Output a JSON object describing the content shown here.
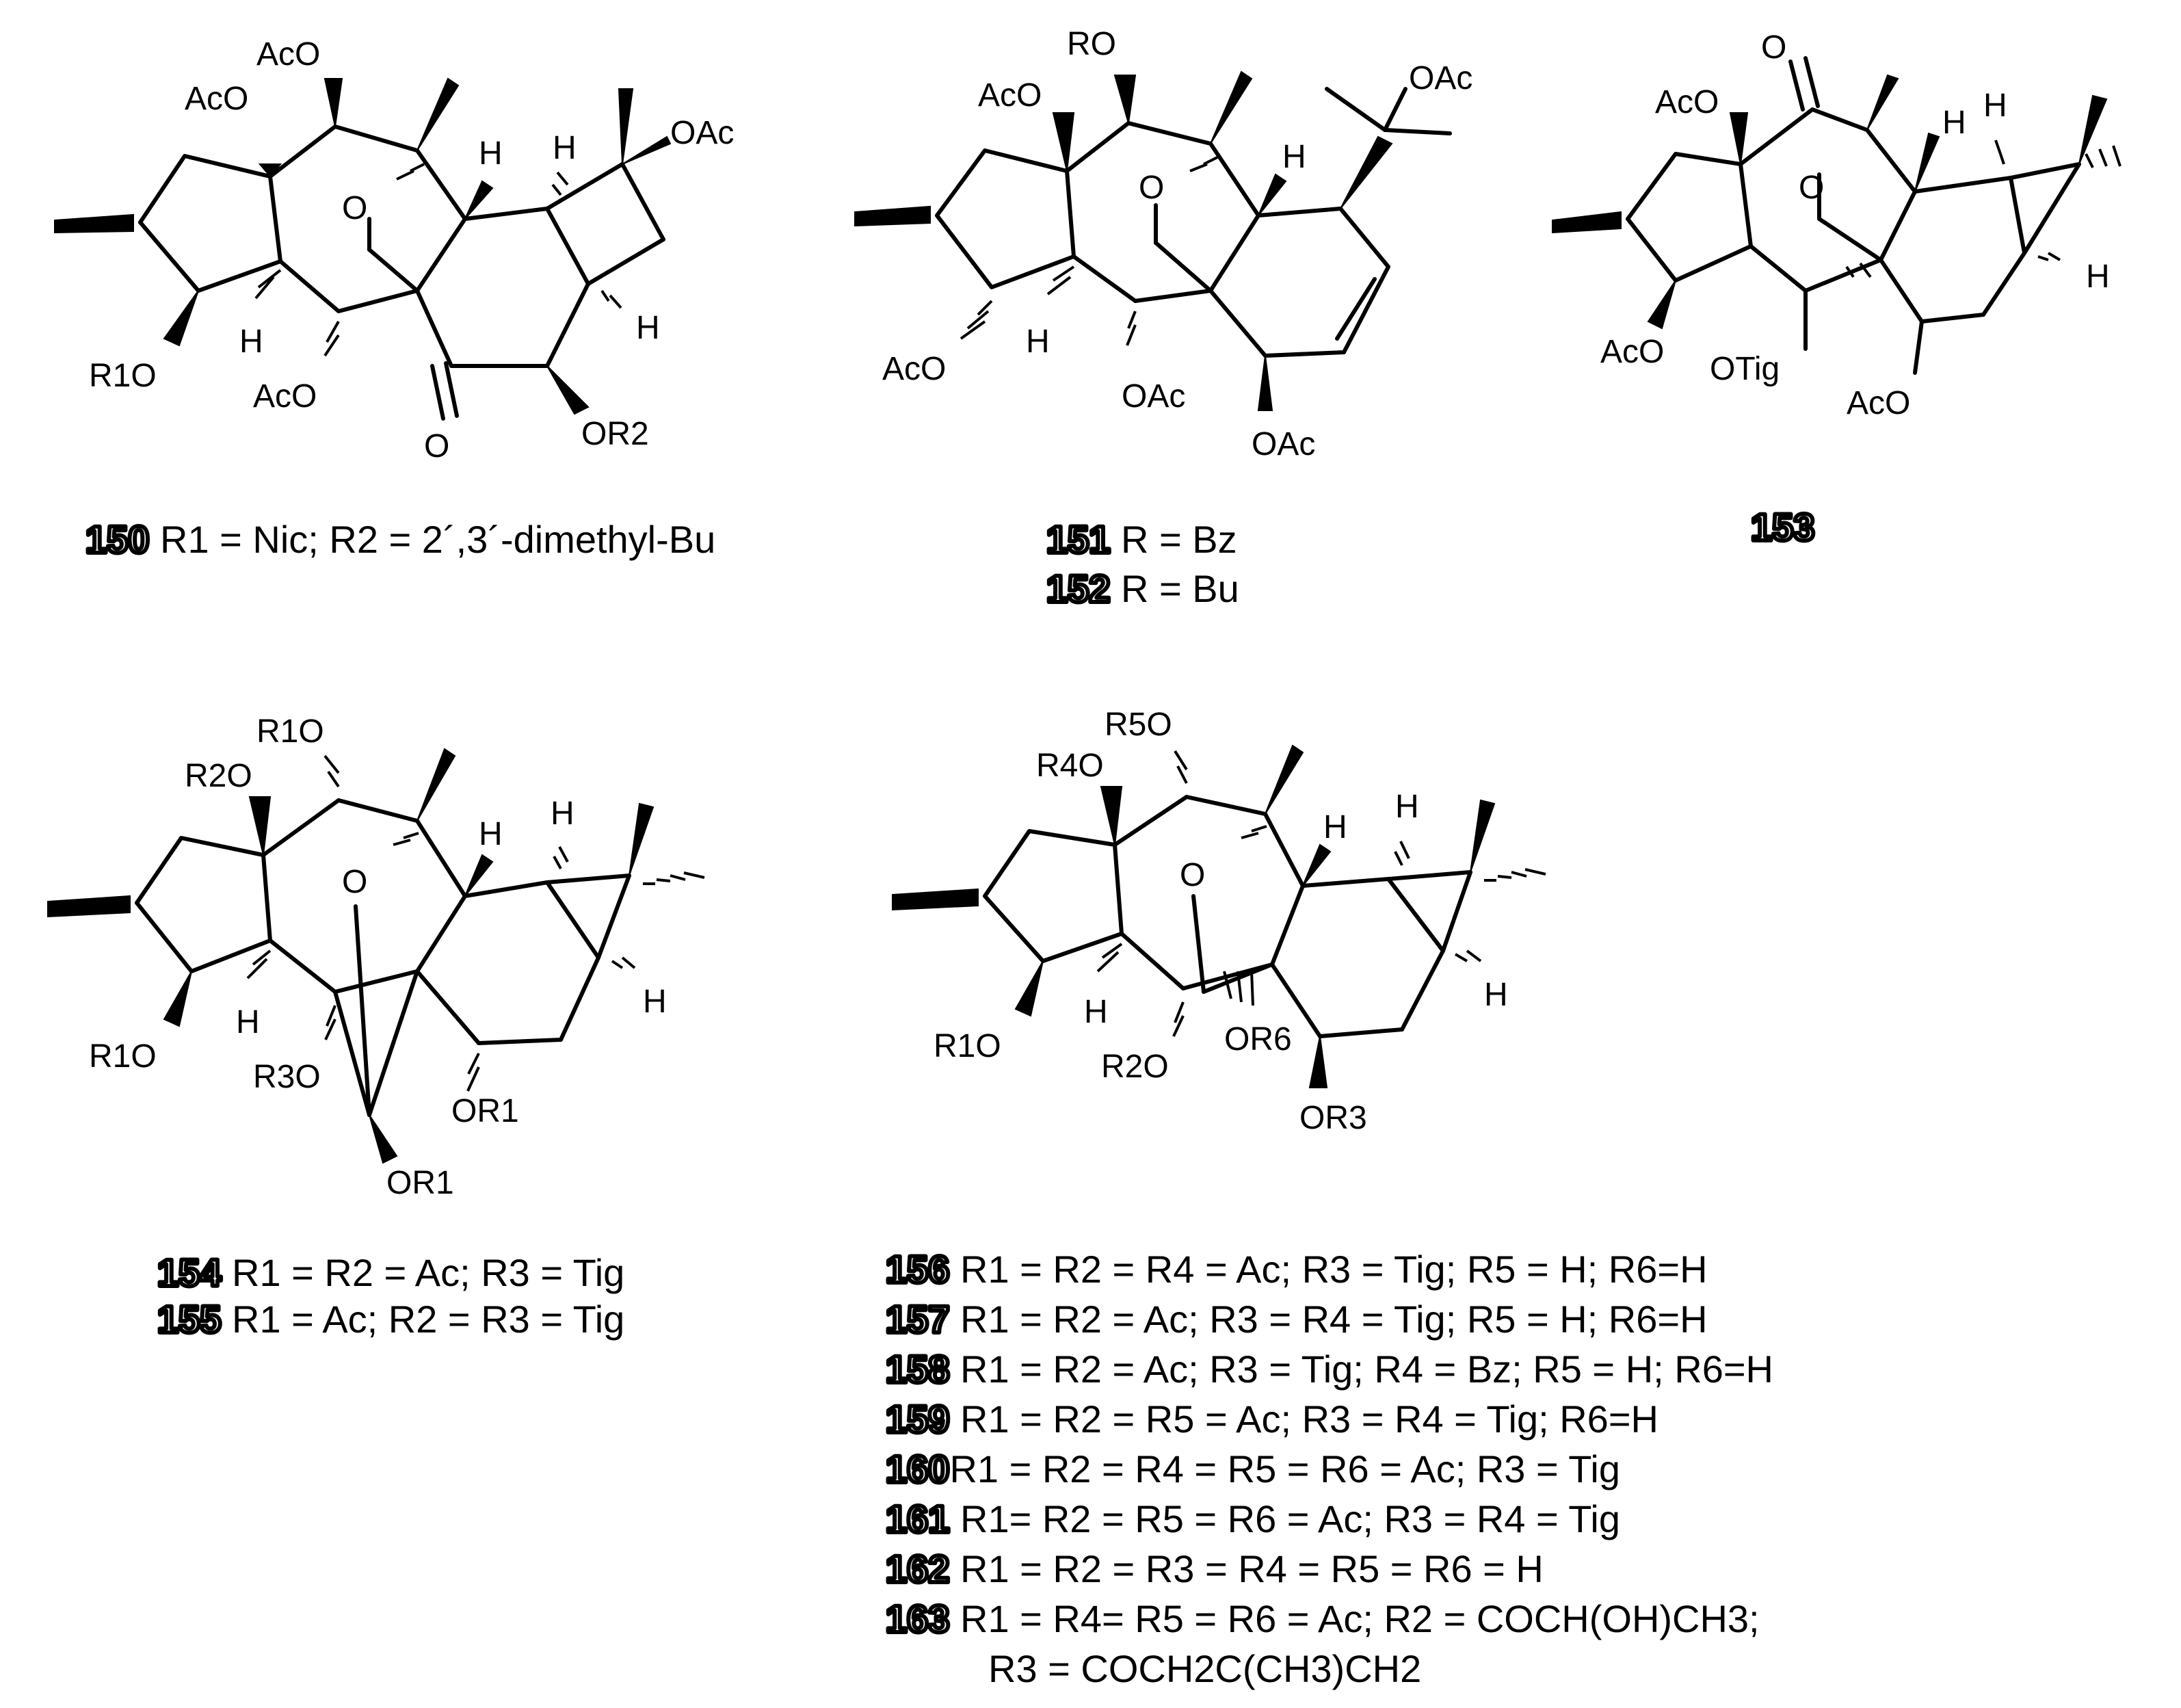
{
  "structures": [
    {
      "id": "s150",
      "labels": [
        "AcO",
        "AcO",
        "OAc",
        "H",
        "H",
        "O",
        "H",
        "R1O",
        "H",
        "AcO",
        "O",
        "OR2"
      ],
      "caption": {
        "num": "150",
        "text": " R1 = Nic; R2 = 2´,3´-dimethyl-Bu"
      }
    },
    {
      "id": "s151",
      "labels": [
        "RO",
        "AcO",
        "OAc",
        "H",
        "O",
        "AcO",
        "H",
        "OAc",
        "OAc"
      ],
      "caption_lines": [
        {
          "num": "151",
          "text": " R = Bz"
        },
        {
          "num": "152",
          "text": " R = Bu"
        }
      ]
    },
    {
      "id": "s153",
      "labels": [
        "O",
        "AcO",
        "H",
        "H",
        "O",
        "H",
        "AcO",
        "OTig",
        "AcO"
      ],
      "caption": {
        "num": "153",
        "text": ""
      }
    },
    {
      "id": "s154",
      "labels": [
        "R1O",
        "R2O",
        "H",
        "H",
        "O",
        "H",
        "R1O",
        "H",
        "R3O",
        "OR1",
        "OR1"
      ],
      "caption_lines": [
        {
          "num": "154",
          "text": " R1 = R2 = Ac; R3 = Tig"
        },
        {
          "num": "155",
          "text": " R1 = Ac; R2 = R3 = Tig"
        }
      ]
    },
    {
      "id": "s156",
      "labels": [
        "R5O",
        "R4O",
        "H",
        "H",
        "O",
        "H",
        "R1O",
        "H",
        "R2O",
        "OR6",
        "OR3"
      ],
      "caption_lines": [
        {
          "num": "156",
          "text": " R1 = R2 = R4 = Ac; R3 = Tig; R5 = H; R6=H"
        },
        {
          "num": "157",
          "text": " R1 = R2 = Ac; R3 = R4 = Tig; R5 = H; R6=H"
        },
        {
          "num": "158",
          "text": " R1 = R2 = Ac; R3 = Tig; R4 = Bz; R5 = H; R6=H"
        },
        {
          "num": "159",
          "text": " R1 = R2 = R5 = Ac; R3 = R4 = Tig; R6=H"
        },
        {
          "num": "160",
          "text": "R1 = R2 = R4 = R5 = R6 = Ac; R3 = Tig"
        },
        {
          "num": "161",
          "text": " R1= R2 = R5 = R6 = Ac; R3 = R4 = Tig"
        },
        {
          "num": "162",
          "text": " R1 = R2 = R3 = R4 = R5 = R6 = H"
        },
        {
          "num": "163",
          "text": " R1 = R4= R5 = R6 = Ac; R2 = COCH(OH)CH3;"
        },
        {
          "num": "",
          "text": "R3 = COCH2C(CH3)CH2"
        }
      ]
    }
  ]
}
